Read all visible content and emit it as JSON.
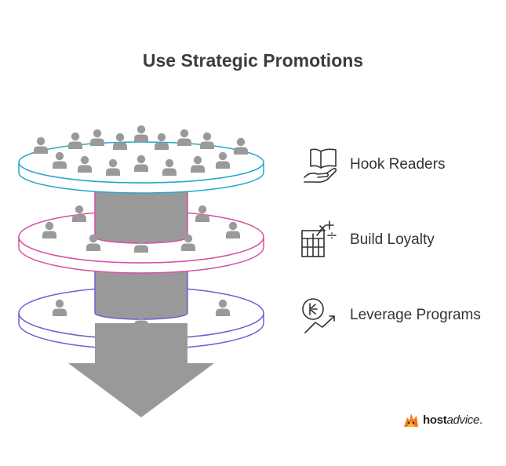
{
  "title": "Use Strategic Promotions",
  "tiers": [
    {
      "label": "Hook Readers",
      "color": "#25a7cc",
      "icon": "open-book-hand-icon"
    },
    {
      "label": "Build Loyalty",
      "color": "#d84fa5",
      "icon": "calculator-shop-icon"
    },
    {
      "label": "Leverage Programs",
      "color": "#7a5ad0",
      "icon": "rupee-growth-icon"
    }
  ],
  "brand": {
    "bold": "host",
    "light": "advice",
    "suffix": "."
  }
}
